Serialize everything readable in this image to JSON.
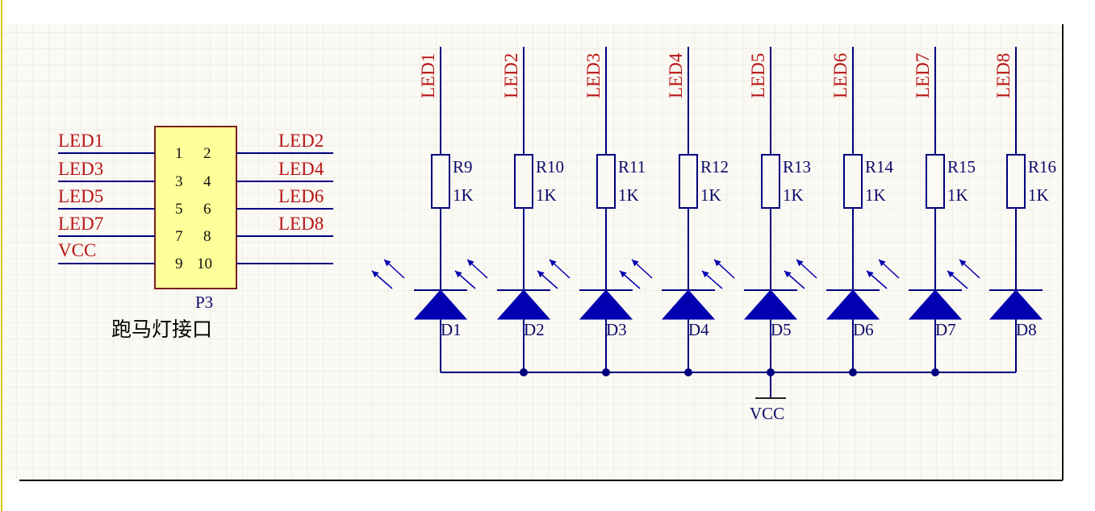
{
  "connector": {
    "designator": "P3",
    "caption": "跑马灯接口",
    "left_nets": [
      "LED1",
      "LED3",
      "LED5",
      "LED7",
      "VCC"
    ],
    "right_nets": [
      "LED2",
      "LED4",
      "LED6",
      "LED8",
      ""
    ],
    "pin_rows": [
      [
        "1",
        "2"
      ],
      [
        "3",
        "4"
      ],
      [
        "5",
        "6"
      ],
      [
        "7",
        "8"
      ],
      [
        "9",
        "10"
      ]
    ]
  },
  "channels": [
    {
      "net": "LED1",
      "resistor": "R9",
      "value": "1K",
      "diode": "D1"
    },
    {
      "net": "LED2",
      "resistor": "R10",
      "value": "1K",
      "diode": "D2"
    },
    {
      "net": "LED3",
      "resistor": "R11",
      "value": "1K",
      "diode": "D3"
    },
    {
      "net": "LED4",
      "resistor": "R12",
      "value": "1K",
      "diode": "D4"
    },
    {
      "net": "LED5",
      "resistor": "R13",
      "value": "1K",
      "diode": "D5"
    },
    {
      "net": "LED6",
      "resistor": "R14",
      "value": "1K",
      "diode": "D6"
    },
    {
      "net": "LED7",
      "resistor": "R15",
      "value": "1K",
      "diode": "D7"
    },
    {
      "net": "LED8",
      "resistor": "R16",
      "value": "1K",
      "diode": "D8"
    }
  ],
  "power": {
    "label": "VCC"
  },
  "colors": {
    "sheet": "#fbf9f3",
    "grid": "#e6e4dc",
    "wire": "#00007f",
    "net_label": "#b81414",
    "diode_fill": "#0000b0",
    "connector_fill": "#ffff99",
    "frame_accent": "#d9c800"
  }
}
